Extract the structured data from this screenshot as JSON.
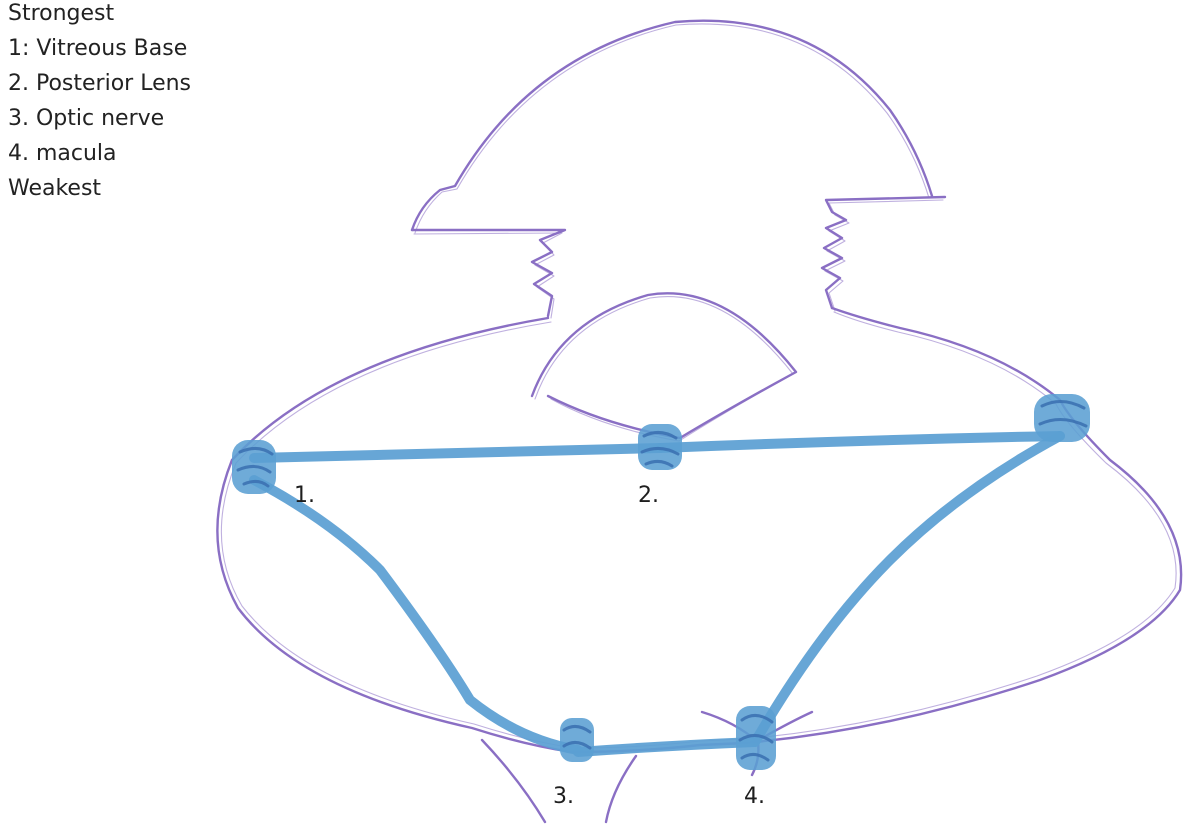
{
  "legend": {
    "header": "Strongest",
    "items": [
      "1: Vitreous Base",
      "2. Posterior Lens",
      "3. Optic nerve",
      "4. macula"
    ],
    "footer": "Weakest"
  },
  "points": [
    {
      "id": "vitreous-base",
      "label": "1."
    },
    {
      "id": "posterior-lens",
      "label": "2."
    },
    {
      "id": "optic-nerve",
      "label": "3."
    },
    {
      "id": "macula",
      "label": "4."
    }
  ],
  "colors": {
    "outline": "#8a6fc4",
    "connector": "#5b9fd3",
    "node": "#5b9fd3",
    "node_scribble": "#3a6fb0",
    "text": "#222222"
  }
}
